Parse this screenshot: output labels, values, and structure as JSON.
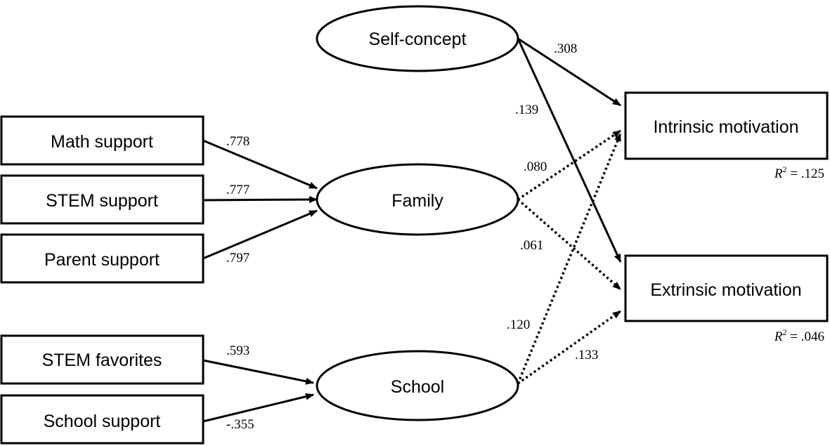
{
  "indicators": {
    "math_support": "Math support",
    "stem_support": "STEM support",
    "parent_support": "Parent support",
    "stem_favorites": "STEM favorites",
    "school_support": "School support"
  },
  "latents": {
    "self_concept": "Self-concept",
    "family": "Family",
    "school": "School"
  },
  "outcomes": {
    "intrinsic": "Intrinsic motivation",
    "extrinsic": "Extrinsic motivation"
  },
  "loadings": {
    "math_support": ".778",
    "stem_support": ".777",
    "parent_support": ".797",
    "stem_favorites": ".593",
    "school_support": "-.355"
  },
  "paths": {
    "self_concept_intrinsic": ".308",
    "self_concept_extrinsic": ".139",
    "family_intrinsic": ".080",
    "family_extrinsic": ".061",
    "school_intrinsic": ".120",
    "school_extrinsic": ".133"
  },
  "r_squared": {
    "symbol": "R",
    "superscript": "2",
    "intrinsic": " = .125",
    "extrinsic": " = .046"
  }
}
